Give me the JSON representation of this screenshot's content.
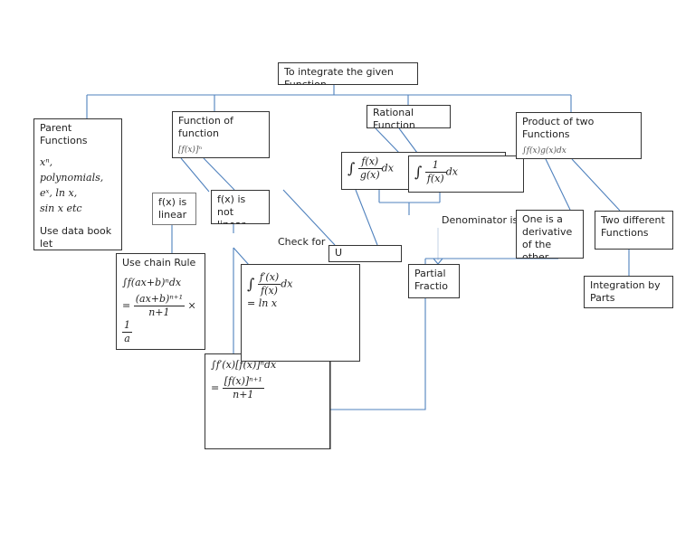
{
  "diagram": {
    "title": "To integrate the given Function",
    "colors": {
      "connector": "#4f81bd",
      "box_border": "#333333"
    },
    "branches": {
      "parent": {
        "heading": "Parent Functions",
        "math_lines": [
          "xⁿ, polynomials,",
          "eˣ, ln x,",
          "sin x  etc"
        ],
        "note": "Use data book let"
      },
      "function_of_function": {
        "heading": "Function of function",
        "clipped": "[f(x)]ⁿ",
        "linear": {
          "label": "f(x) is linear",
          "rule_title": "Use chain Rule",
          "formula_line1": "∫f(ax+b)ⁿdx",
          "formula_num": "(ax+b)ⁿ⁺¹",
          "formula_den": "n+1",
          "formula_mult_num": "1",
          "formula_mult_den": "a"
        },
        "not_linear": {
          "label": "f(x) is not linear",
          "formula_line1": "∫f′(x)[f(x)]ⁿdx",
          "formula_num": "[f(x)]ⁿ⁺¹",
          "formula_den": "n+1"
        }
      },
      "rational": {
        "heading": "Rational Function",
        "form1_num": "f(x)",
        "form1_den": "g(x)",
        "form2_num": "1",
        "form2_den": "f(x)",
        "check_for_label": "Check for",
        "check_for_box": "U",
        "log_num": "f′(x)",
        "log_den": "f(x)",
        "log_result": "= ln x",
        "denominator_label": "Denominator is",
        "partial_fractions": "Partial Fractio"
      },
      "product": {
        "heading": "Product of two Functions",
        "clipped": "∫f(x)g(x)dx",
        "derivative": "One is a derivative of the other",
        "two_different": "Two different Functions",
        "by_parts": "Integration by Parts"
      }
    }
  }
}
